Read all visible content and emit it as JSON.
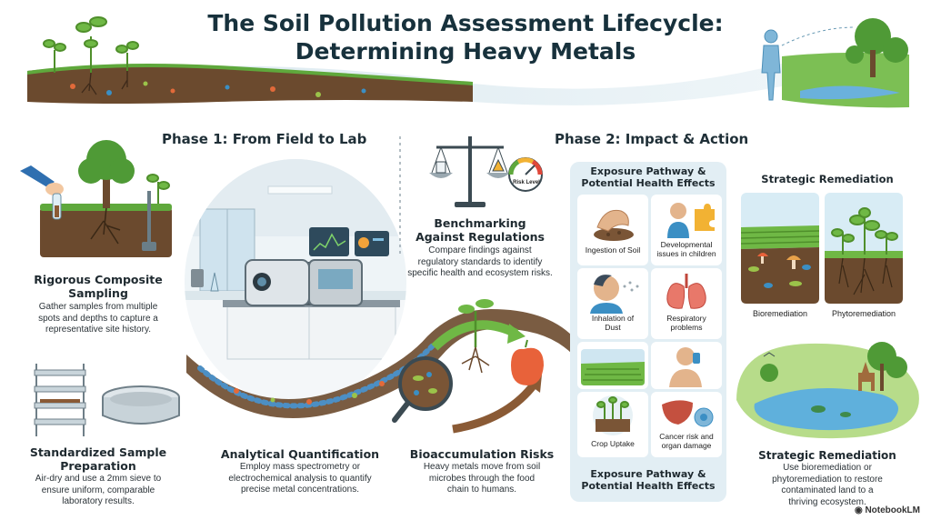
{
  "title": {
    "line1": "The Soil Pollution Assessment Lifecycle:",
    "line2": "Determining Heavy Metals"
  },
  "phase1": {
    "label": "Phase 1: From Field to Lab",
    "sampling": {
      "title_line1": "Rigorous Composite",
      "title_line2": "Sampling",
      "text_line1": "Gather samples from multiple",
      "text_line2": "spots and depths to capture a",
      "text_line3": "representative site history."
    },
    "preparation": {
      "title_line1": "Standardized Sample",
      "title_line2": "Preparation",
      "text_line1": "Air-dry and use a 2mm sieve to",
      "text_line2": "ensure uniform, comparable",
      "text_line3": "laboratory results."
    },
    "quantification": {
      "title": "Analytical Quantification",
      "text_line1": "Employ mass spectrometry or",
      "text_line2": "electrochemical analysis to quantify",
      "text_line3": "precise metal concentrations."
    }
  },
  "benchmark": {
    "title_line1": "Benchmarking",
    "title_line2": "Against Regulations",
    "text_line1": "Compare findings against",
    "text_line2": "regulatory standards to identify",
    "text_line3": "specific health and ecosystem risks.",
    "gauge_label": "Risk Level"
  },
  "bioaccumulation": {
    "title": "Bioaccumulation Risks",
    "text_line1": "Heavy metals move from soil",
    "text_line2": "microbes through the food",
    "text_line3": "chain to humans."
  },
  "phase2": {
    "label": "Phase 2: Impact & Action",
    "exposure": {
      "header_line1": "Exposure Pathway &",
      "header_line2": "Potential Health Effects",
      "footer_line1": "Exposure Pathway &",
      "footer_line2": "Potential Health Effects",
      "cells": {
        "ingestion": "Ingestion of Soil",
        "developmental_line1": "Developmental",
        "developmental_line2": "issues in children",
        "inhalation_line1": "Inhalation of",
        "inhalation_line2": "Dust",
        "respiratory_line1": "Respiratory",
        "respiratory_line2": "problems",
        "crop": "Crop Uptake",
        "cancer_line1": "Cancer risk and",
        "cancer_line2": "organ damage"
      }
    },
    "remediation": {
      "header": "Strategic Remediation",
      "bioremediation": "Bioremediation",
      "phytoremediation": "Phytoremediation",
      "title": "Strategic Remediation",
      "text_line1": "Use bioremediation or",
      "text_line2": "phytoremediation to restore",
      "text_line3": "contaminated land to a",
      "text_line4": "thriving ecosystem."
    }
  },
  "logo": "NotebookLM",
  "colors": {
    "soil": "#6b4a2e",
    "grass": "#5fa83c",
    "panel": "#e2eef4",
    "title": "#17313c"
  }
}
